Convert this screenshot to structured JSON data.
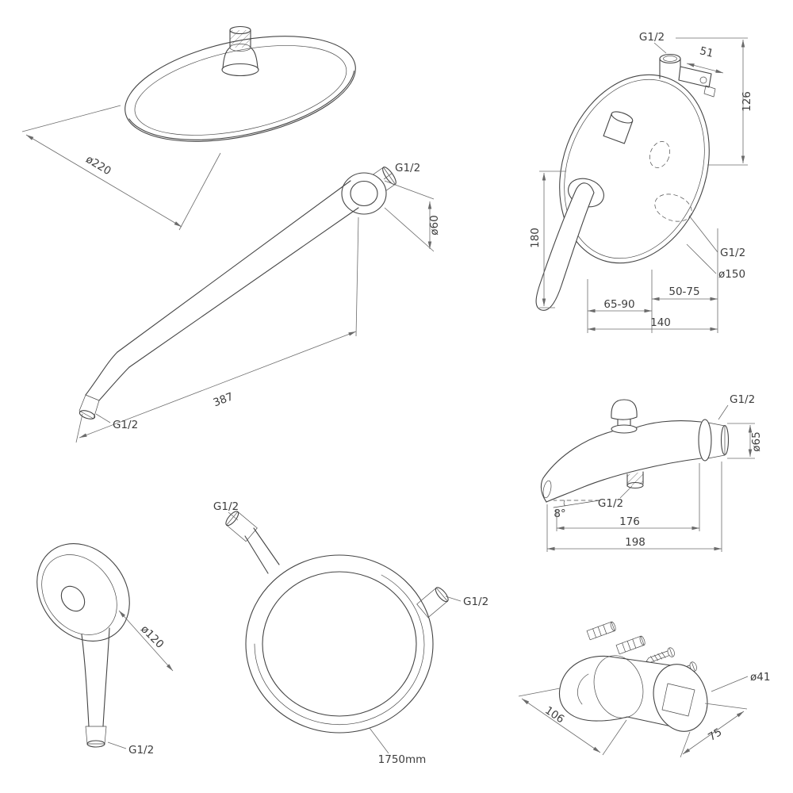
{
  "colors": {
    "line": "#454545",
    "dim": "#6b6b6b",
    "text": "#3d3d3d",
    "background": "#ffffff"
  },
  "labels": {
    "rain_head": {
      "diameter": "ø220"
    },
    "arm": {
      "wall_thread": "G1/2",
      "flange_diameter": "ø60",
      "length": "387",
      "tip_thread": "G1/2"
    },
    "mixer": {
      "top_thread": "G1/2",
      "top_offset": "51",
      "top_height": "126",
      "height": "180",
      "plate_diameter": "ø150",
      "outlet_thread": "G1/2",
      "depth_range_a": "65-90",
      "depth_range_b": "50-75",
      "width": "140"
    },
    "spout": {
      "wall_thread": "G1/2",
      "body_diameter": "ø65",
      "tilt_angle": "8°",
      "bottom_thread": "G1/2",
      "length_inner": "176",
      "length_total": "198"
    },
    "hand_shower": {
      "diameter": "ø120",
      "thread": "G1/2"
    },
    "hose": {
      "thread_a": "G1/2",
      "thread_b": "G1/2",
      "length": "1750mm"
    },
    "bracket": {
      "diameter": "ø41",
      "width": "106",
      "depth": "75"
    }
  }
}
